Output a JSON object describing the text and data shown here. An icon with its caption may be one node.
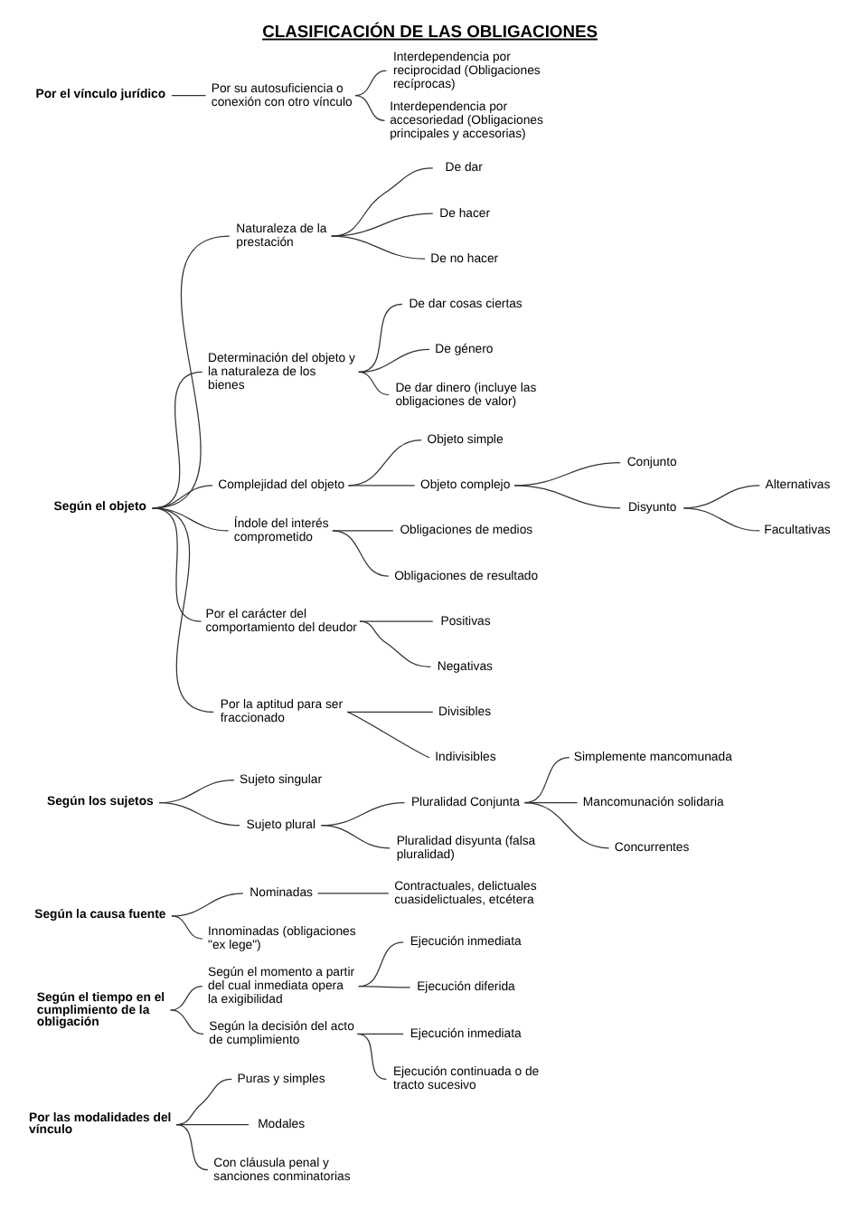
{
  "diagram": {
    "title": "CLASIFICACIÓN DE LAS OBLIGACIONES",
    "nodes": [
      {
        "text": [
          "Por el vínculo jurídico"
        ]
      },
      {
        "text": [
          "Por su autosuficiencia o conexión con otro vínculo"
        ]
      },
      {
        "text": [
          "Interdependencia por reciprocidad (Obligaciones recíprocas)"
        ]
      },
      {
        "text": [
          "Interdependencia por accesoriedad (Obligaciones principales y accesorias)"
        ]
      },
      {
        "text": [
          "Según el objeto"
        ]
      },
      {
        "text": [
          "Naturaleza de la prestación"
        ]
      },
      {
        "text": [
          "De dar"
        ]
      },
      {
        "text": [
          "De hacer"
        ]
      },
      {
        "text": [
          "De no hacer"
        ]
      },
      {
        "text": [
          "Determinación del objeto y la naturaleza de los bienes"
        ]
      },
      {
        "text": [
          "De dar cosas ciertas"
        ]
      },
      {
        "text": [
          "De género"
        ]
      },
      {
        "text": [
          "De dar dinero (incluye las obligaciones de valor)"
        ]
      },
      {
        "text": [
          "Complejidad del objeto"
        ]
      },
      {
        "text": [
          "Objeto simple"
        ]
      },
      {
        "text": [
          "Objeto complejo"
        ]
      },
      {
        "text": [
          "Conjunto"
        ]
      },
      {
        "text": [
          "Disyunto"
        ]
      },
      {
        "text": [
          "Alternativas"
        ]
      },
      {
        "text": [
          "Facultativas"
        ]
      },
      {
        "text": [
          "Índole del interés comprometido"
        ]
      },
      {
        "text": [
          "Obligaciones de medios"
        ]
      },
      {
        "text": [
          "Obligaciones de resultado"
        ]
      },
      {
        "text": [
          "Por el carácter del comportamiento del deudor"
        ]
      },
      {
        "text": [
          "Positivas"
        ]
      },
      {
        "text": [
          "Negativas"
        ]
      },
      {
        "text": [
          "Por la aptitud para ser fraccionado"
        ]
      },
      {
        "text": [
          "Divisibles"
        ]
      },
      {
        "text": [
          "Indivisibles"
        ]
      },
      {
        "text": [
          "Según los sujetos"
        ]
      },
      {
        "text": [
          "Sujeto singular"
        ]
      },
      {
        "text": [
          "Sujeto plural"
        ]
      },
      {
        "text": [
          "Pluralidad Conjunta"
        ]
      },
      {
        "text": [
          "Simplemente mancomunada"
        ]
      },
      {
        "text": [
          "Mancomunación solidaria"
        ]
      },
      {
        "text": [
          "Concurrentes"
        ]
      },
      {
        "text": [
          "Pluralidad disyunta (falsa pluralidad)"
        ]
      },
      {
        "text": [
          "Según la causa fuente"
        ]
      },
      {
        "text": [
          "Nominadas"
        ]
      },
      {
        "text": [
          "Contractuales, delictuales cuasidelictuales, etcétera"
        ]
      },
      {
        "text": [
          "Innominadas (obligaciones \"ex lege\")"
        ]
      },
      {
        "text": [
          "Según el tiempo en el cumplimiento de la obligación"
        ]
      },
      {
        "text": [
          "Según el momento a partir del cual inmediata opera la exigibilidad"
        ]
      },
      {
        "text": [
          "Ejecución inmediata"
        ]
      },
      {
        "text": [
          "Ejecución diferida"
        ]
      },
      {
        "text": [
          "Según la decisión del acto de cumplimiento"
        ]
      },
      {
        "text": [
          "Ejecución inmediata"
        ]
      },
      {
        "text": [
          "Ejecución continuada o de tracto sucesivo"
        ]
      },
      {
        "text": [
          "Por las modalidades del vínculo"
        ]
      },
      {
        "text": [
          "Puras y simples"
        ]
      },
      {
        "text": [
          "Modales"
        ]
      },
      {
        "text": [
          "Con cláusula penal y sanciones conminatorias"
        ]
      }
    ],
    "edges": [
      {
        "from": 0,
        "to": 1,
        "arrow": "none"
      },
      {
        "from": 1,
        "to": 2,
        "arrow": "none"
      },
      {
        "from": 1,
        "to": 3,
        "arrow": "none"
      },
      {
        "from": 4,
        "to": 5,
        "arrow": "none"
      },
      {
        "from": 5,
        "to": 6,
        "arrow": "none"
      },
      {
        "from": 5,
        "to": 7,
        "arrow": "none"
      },
      {
        "from": 5,
        "to": 8,
        "arrow": "none"
      },
      {
        "from": 4,
        "to": 9,
        "arrow": "none"
      },
      {
        "from": 9,
        "to": 10,
        "arrow": "none"
      },
      {
        "from": 9,
        "to": 11,
        "arrow": "none"
      },
      {
        "from": 9,
        "to": 12,
        "arrow": "none"
      },
      {
        "from": 4,
        "to": 13,
        "arrow": "none"
      },
      {
        "from": 13,
        "to": 14,
        "arrow": "none"
      },
      {
        "from": 13,
        "to": 15,
        "arrow": "none"
      },
      {
        "from": 15,
        "to": 16,
        "arrow": "none"
      },
      {
        "from": 15,
        "to": 17,
        "arrow": "none"
      },
      {
        "from": 17,
        "to": 18,
        "arrow": "none"
      },
      {
        "from": 17,
        "to": 19,
        "arrow": "none"
      },
      {
        "from": 4,
        "to": 20,
        "arrow": "none"
      },
      {
        "from": 20,
        "to": 21,
        "arrow": "none"
      },
      {
        "from": 20,
        "to": 22,
        "arrow": "none"
      },
      {
        "from": 4,
        "to": 23,
        "arrow": "none"
      },
      {
        "from": 23,
        "to": 24,
        "arrow": "none"
      },
      {
        "from": 23,
        "to": 25,
        "arrow": "none"
      },
      {
        "from": 4,
        "to": 26,
        "arrow": "none"
      },
      {
        "from": 26,
        "to": 27,
        "arrow": "none"
      },
      {
        "from": 26,
        "to": 28,
        "arrow": "none"
      },
      {
        "from": 29,
        "to": 30,
        "arrow": "none"
      },
      {
        "from": 29,
        "to": 31,
        "arrow": "none"
      },
      {
        "from": 31,
        "to": 32,
        "arrow": "none"
      },
      {
        "from": 31,
        "to": 36,
        "arrow": "none"
      },
      {
        "from": 32,
        "to": 33,
        "arrow": "none"
      },
      {
        "from": 32,
        "to": 34,
        "arrow": "none"
      },
      {
        "from": 32,
        "to": 35,
        "arrow": "none"
      },
      {
        "from": 37,
        "to": 38,
        "arrow": "none"
      },
      {
        "from": 37,
        "to": 40,
        "arrow": "none"
      },
      {
        "from": 38,
        "to": 39,
        "arrow": "none"
      },
      {
        "from": 41,
        "to": 42,
        "arrow": "none"
      },
      {
        "from": 41,
        "to": 45,
        "arrow": "none"
      },
      {
        "from": 42,
        "to": 43,
        "arrow": "none"
      },
      {
        "from": 42,
        "to": 44,
        "arrow": "none"
      },
      {
        "from": 45,
        "to": 46,
        "arrow": "none"
      },
      {
        "from": 45,
        "to": 47,
        "arrow": "none"
      },
      {
        "from": 48,
        "to": 49,
        "arrow": "none"
      },
      {
        "from": 48,
        "to": 50,
        "arrow": "none"
      },
      {
        "from": 48,
        "to": 51,
        "arrow": "none"
      }
    ]
  }
}
